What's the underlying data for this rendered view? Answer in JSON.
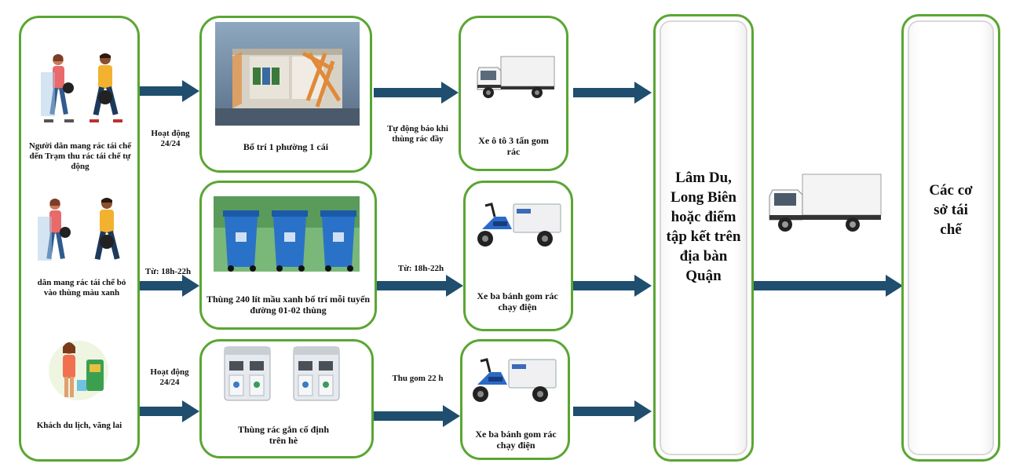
{
  "sources": {
    "resident_recycle_station": "Người dân mang rác tái chế đến Trạm thu rác tái chế tự động",
    "resident_green_bin": "dân mang rác tái chế bỏ vào thùng màu xanh",
    "tourists": "Khách du lịch, vãng lai"
  },
  "flow_labels": {
    "row1_hours": "Hoạt động 24/24",
    "row2_hours": "Từ: 18h-22h",
    "row3_hours": "Hoạt động 24/24",
    "row1_trigger": "Tự động báo khi thùng rác đầy",
    "row2_hours_collect": "Từ: 18h-22h",
    "row3_collect": "Thu gom 22 h"
  },
  "containers": {
    "row1": "Bố trí 1 phường 1 cái",
    "row2": "Thùng 240 lít mầu xanh bố trí mỗi tuyến đường 01-02 thùng",
    "row3": "Thùng rác gắn cố định trên hè"
  },
  "vehicles": {
    "row1": "Xe ô tô 3 tấn gom rác",
    "row2": "Xe ba bánh gom rác chạy điện",
    "row3": "Xe ba bánh gom rác chạy điện"
  },
  "collection_point": "Lâm Du, Long Biên hoặc điểm tập kết trên địa bàn Quận",
  "destination": "Các cơ sở tái chế",
  "colors": {
    "box_border": "#5aa632",
    "arrow": "#1f4e6e"
  }
}
